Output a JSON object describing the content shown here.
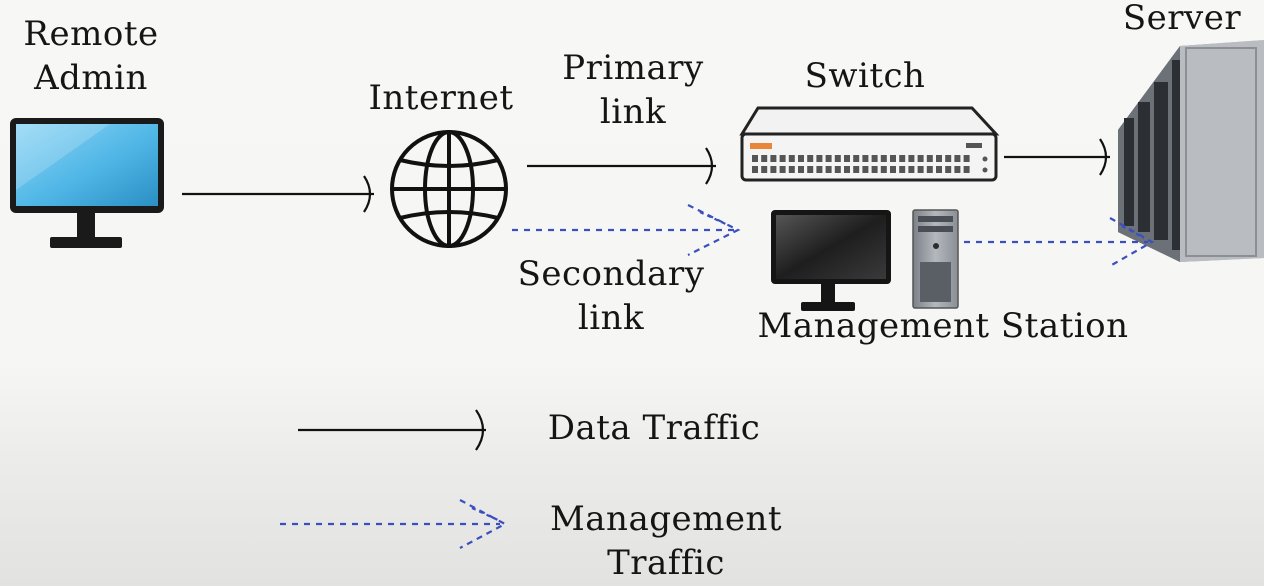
{
  "nodes": {
    "remote_admin": "Remote\nAdmin",
    "internet": "Internet",
    "switch": "Switch",
    "server": "Server",
    "management_station": "Management Station"
  },
  "links": {
    "primary": "Primary\nlink",
    "secondary": "Secondary\nlink"
  },
  "legend": {
    "data_traffic": "Data Traffic",
    "management_traffic": "Management\nTraffic"
  },
  "colors": {
    "data_line": "#111111",
    "management_line": "#3a4fc0",
    "monitor_screen": "#4fb6e6",
    "switch_accent": "#e8873a"
  },
  "icons": [
    "monitor-icon",
    "globe-icon",
    "switch-icon",
    "server-rack-icon",
    "desktop-monitor-icon",
    "tower-pc-icon"
  ]
}
